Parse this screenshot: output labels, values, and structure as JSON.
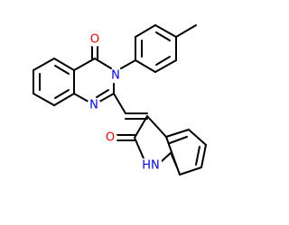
{
  "molecule": {
    "colors": {
      "bond": "#000000",
      "oxygen": "#ff0000",
      "nitrogen": "#0000ff",
      "background": "#ffffff"
    },
    "atoms": {
      "quinazolinone_oxygen": "O",
      "quinazolinone_n3": "N",
      "quinazolinone_n1": "N",
      "oxindole_oxygen": "O",
      "oxindole_nh": "HN"
    }
  }
}
